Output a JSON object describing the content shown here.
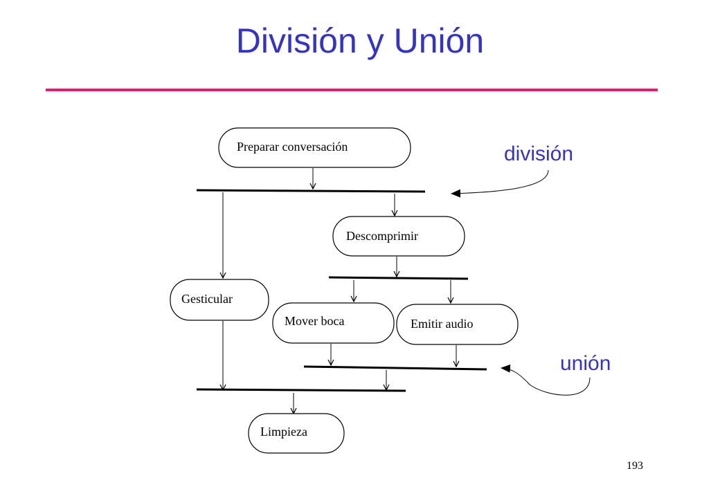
{
  "title": "División y Unión",
  "accent_colors": {
    "title": "#3333cc",
    "rule": "#e0206e"
  },
  "nodes": {
    "preparar": "Preparar conversación",
    "descomprimir": "Descomprimir",
    "gesticular": "Gesticular",
    "mover_boca": "Mover boca",
    "emitir_audio": "Emitir audio",
    "limpieza": "Limpieza"
  },
  "callouts": {
    "division": "división",
    "union": "unión"
  },
  "page_number": "193"
}
